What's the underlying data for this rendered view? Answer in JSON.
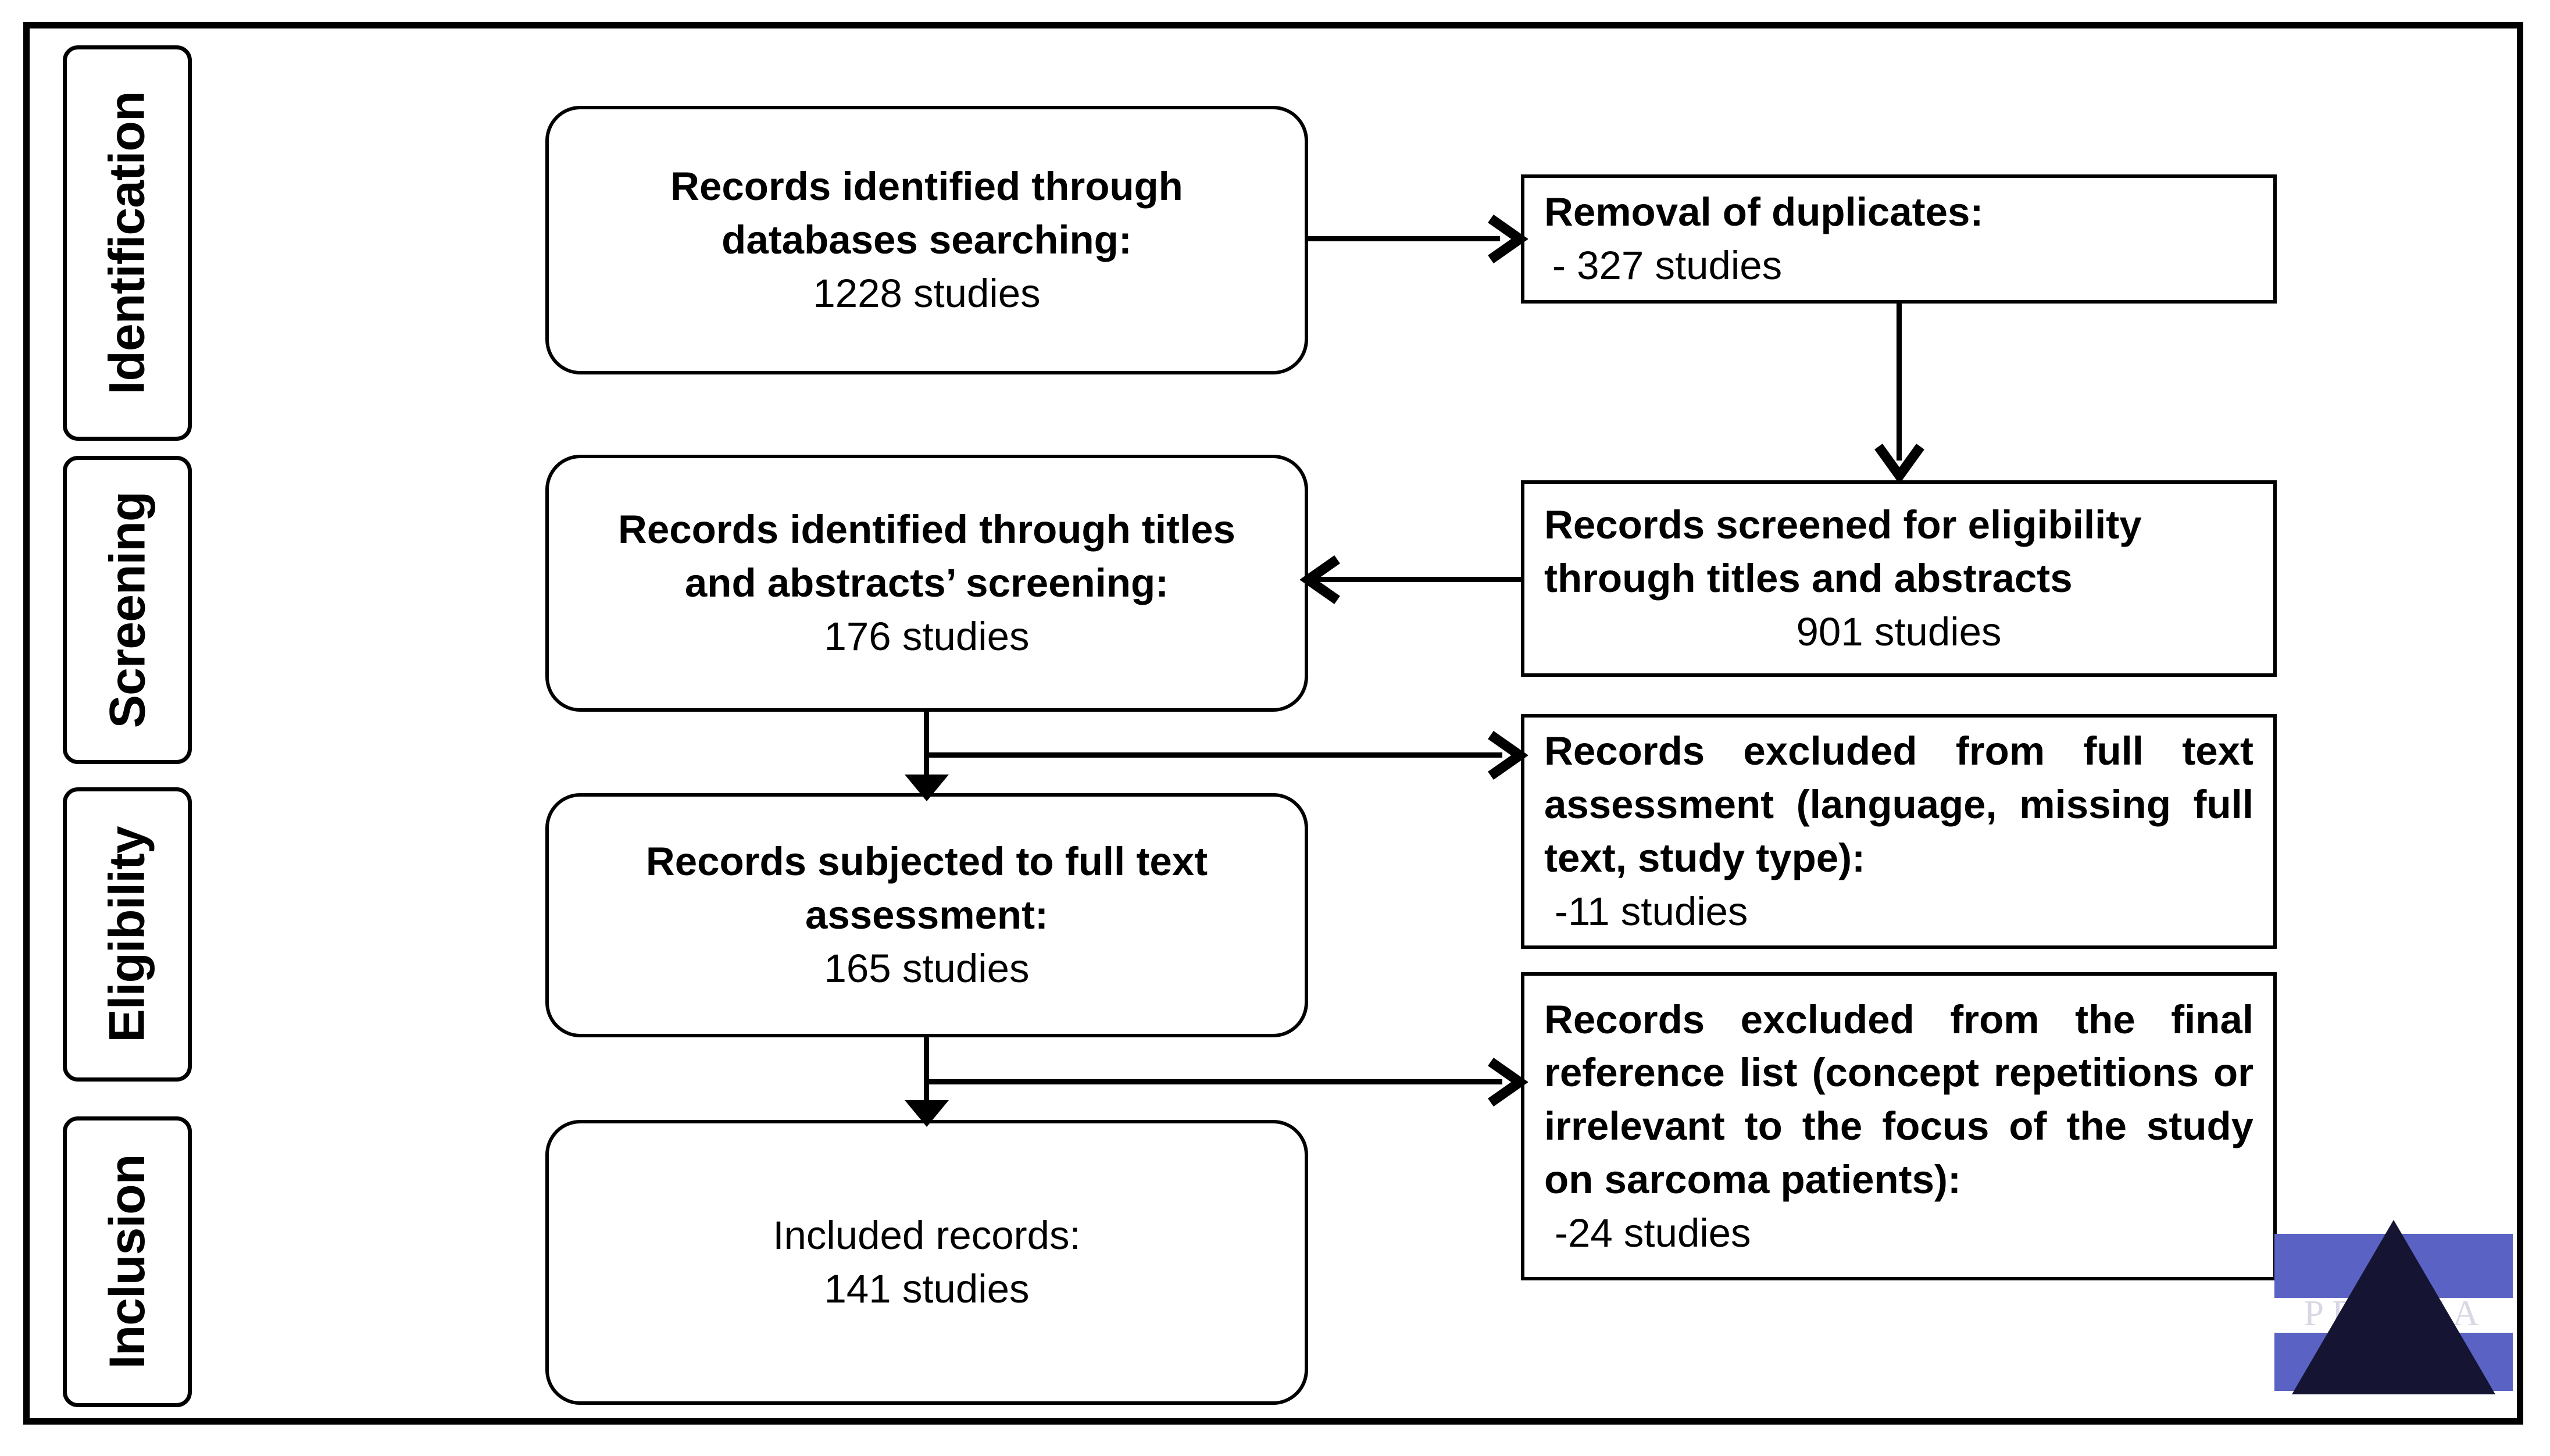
{
  "stages": [
    {
      "label": "Identification"
    },
    {
      "label": "Screening"
    },
    {
      "label": "Eligibility"
    },
    {
      "label": "Inclusion"
    }
  ],
  "nodes": {
    "databases": {
      "line1": "Records identified through",
      "line2": "databases searching:",
      "count": "1228 studies"
    },
    "duplicates": {
      "line1": "Removal of duplicates:",
      "count": "- 327 studies"
    },
    "titles_abstracts": {
      "line1": "Records identified through titles",
      "line2": "and abstracts’ screening:",
      "count": "176 studies"
    },
    "screened_eligibility": {
      "line1": "Records screened for eligibility",
      "line2": "through titles and abstracts",
      "count": "901 studies"
    },
    "fulltext": {
      "line1": "Records subjected to full text",
      "line2": "assessment:",
      "count": "165 studies"
    },
    "excluded_fulltext": {
      "body": "Records excluded from full text assessment (language, missing full text, study type):",
      "count": "-11 studies"
    },
    "excluded_final": {
      "body": "Records excluded from the final reference list (concept repetitions or irrelevant to the focus of the study on sarcoma patients):",
      "count": "-24 studies"
    },
    "included": {
      "line1": "Included records:",
      "count": "141 studies"
    }
  },
  "logo": {
    "wordmark": "PRISMA"
  },
  "colors": {
    "ink": "#000000",
    "paper": "#ffffff",
    "logo_band": "#5a62c4",
    "logo_triangle": "#151533",
    "logo_text": "#d8d8e4"
  }
}
